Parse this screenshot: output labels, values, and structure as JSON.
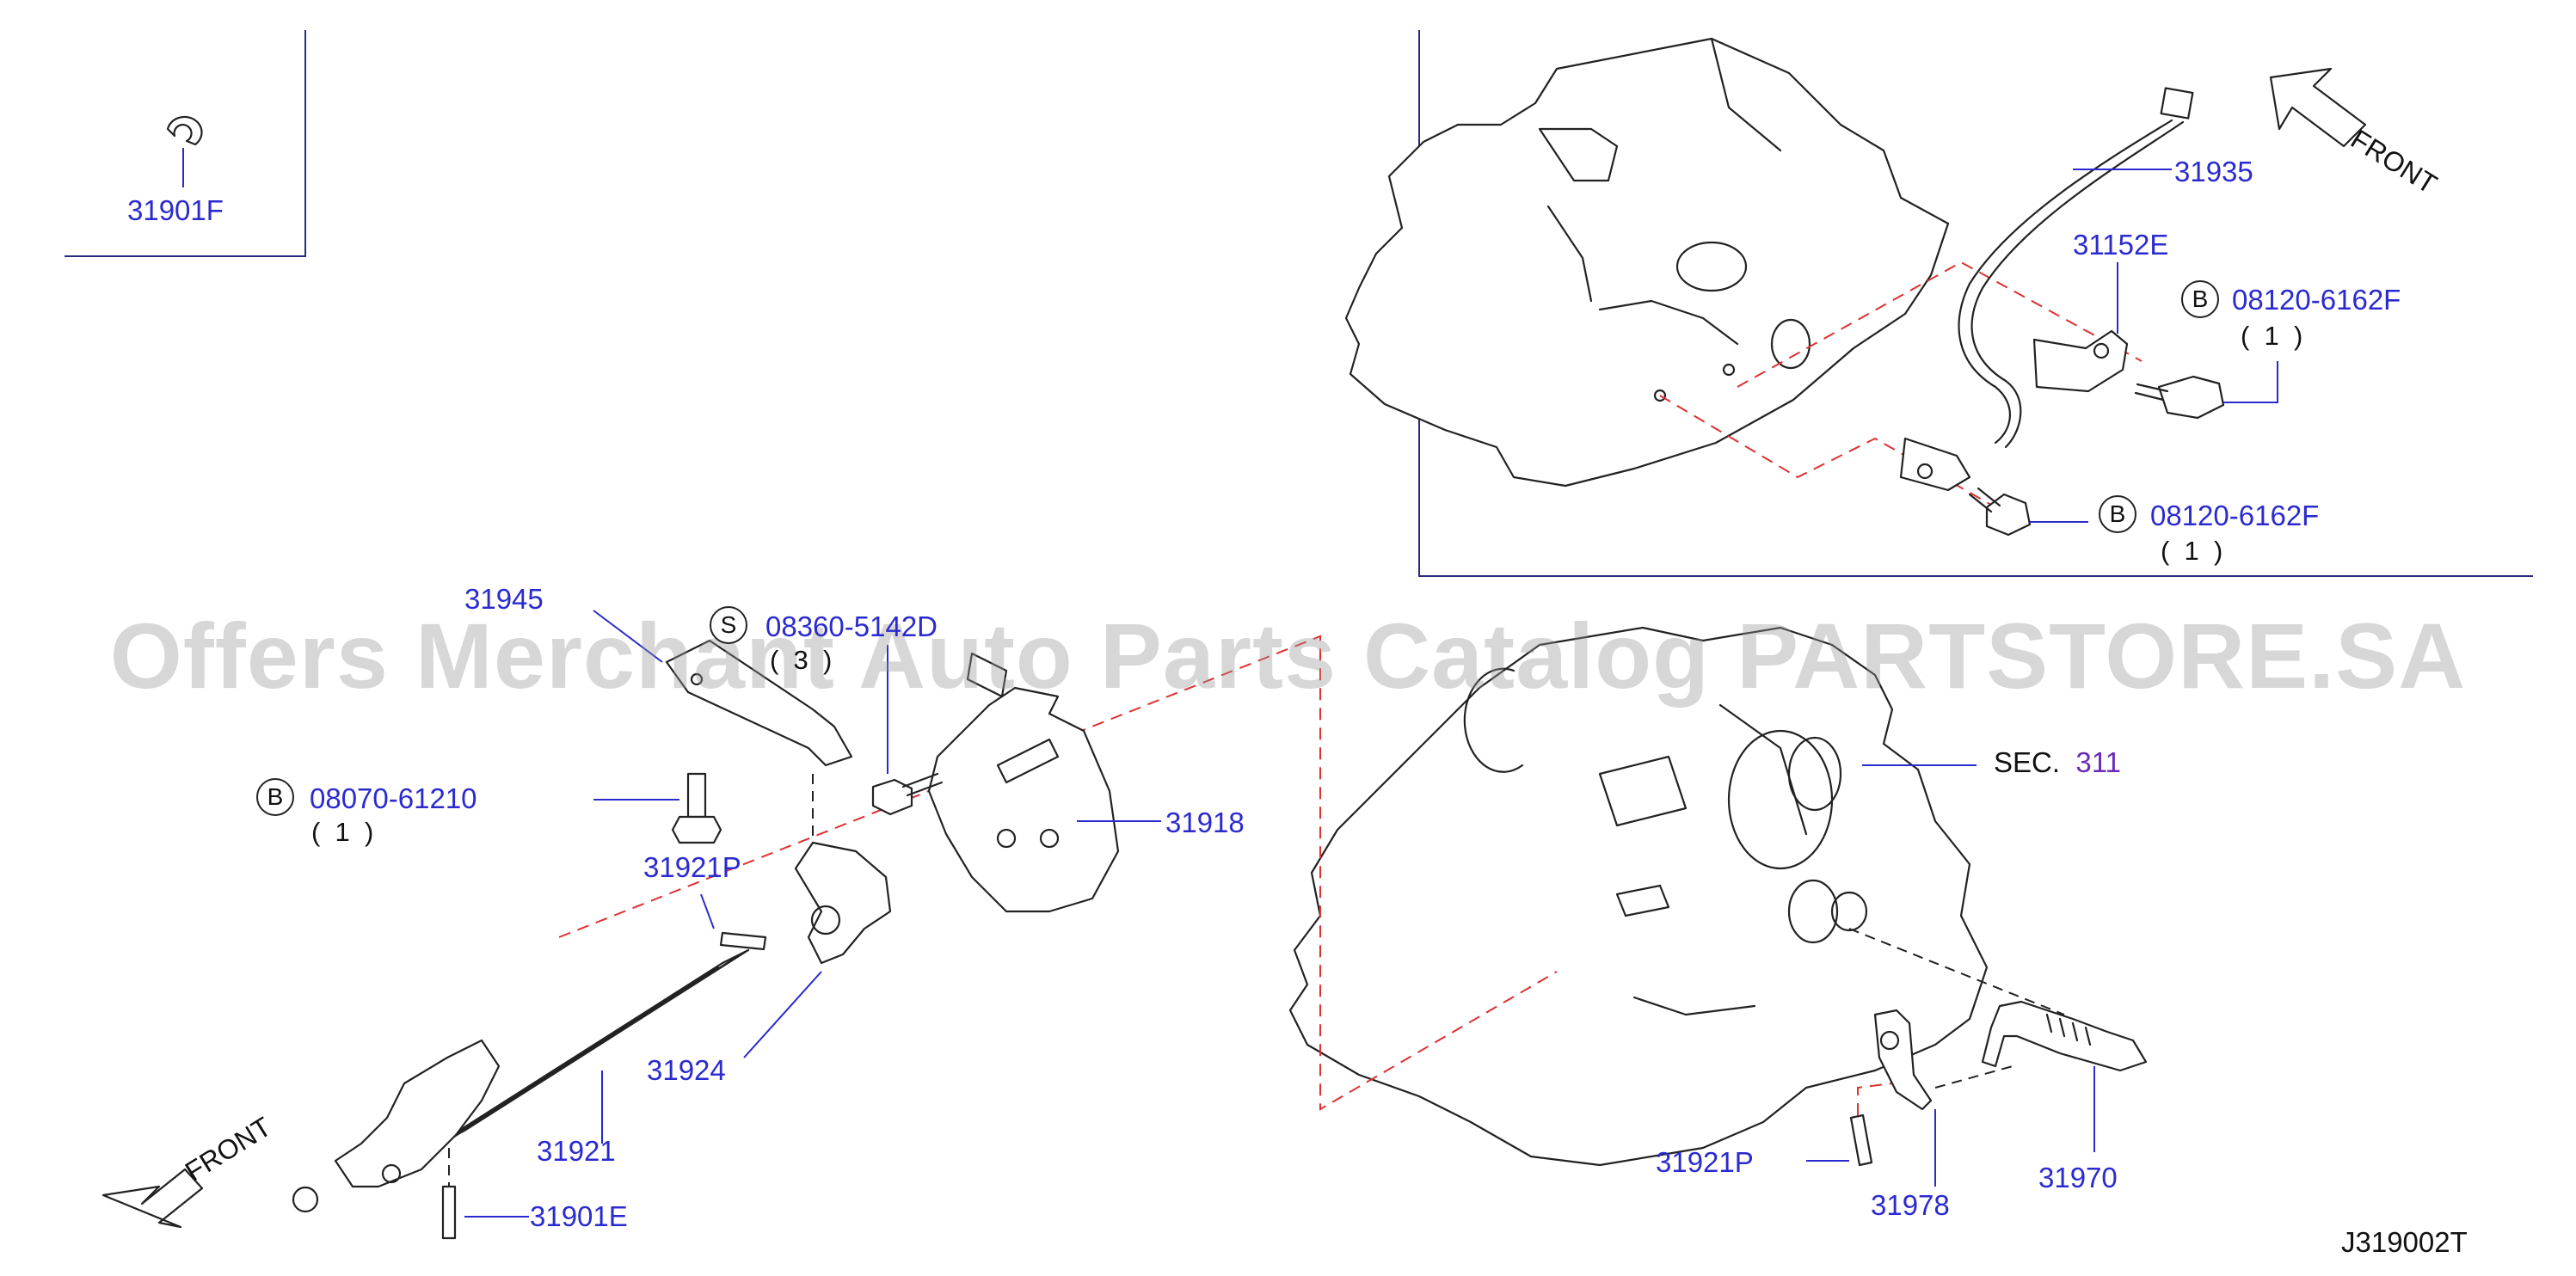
{
  "watermark": "Offers Merchant Auto Parts Catalog PARTSTORE.SA",
  "diagram_code": "J319002T",
  "front_label": "FRONT",
  "section_ref": {
    "prefix": "SEC.",
    "number": "311"
  },
  "parts": {
    "p31901F": "31901F",
    "p31935": "31935",
    "p31152E": "31152E",
    "bolt_upper": {
      "badge": "B",
      "number": "08120-6162F",
      "qty": "(  1  )"
    },
    "bolt_lower": {
      "badge": "B",
      "number": "08120-6162F",
      "qty": "(  1  )"
    },
    "p31945": "31945",
    "screw_s": {
      "badge": "S",
      "number": "08360-5142D",
      "qty": "(  3  )"
    },
    "bolt_left": {
      "badge": "B",
      "number": "08070-61210",
      "qty": "(  1  )"
    },
    "p31921P_left": "31921P",
    "p31918": "31918",
    "p31924": "31924",
    "p31921": "31921",
    "p31901E": "31901E",
    "p31921P_right": "31921P",
    "p31978": "31978",
    "p31970": "31970"
  },
  "colors": {
    "label": "#2a2ad0",
    "section_number": "#6a2ab8",
    "dashed_red": "#e03030",
    "line": "#222222",
    "frame": "#2a2a80"
  }
}
